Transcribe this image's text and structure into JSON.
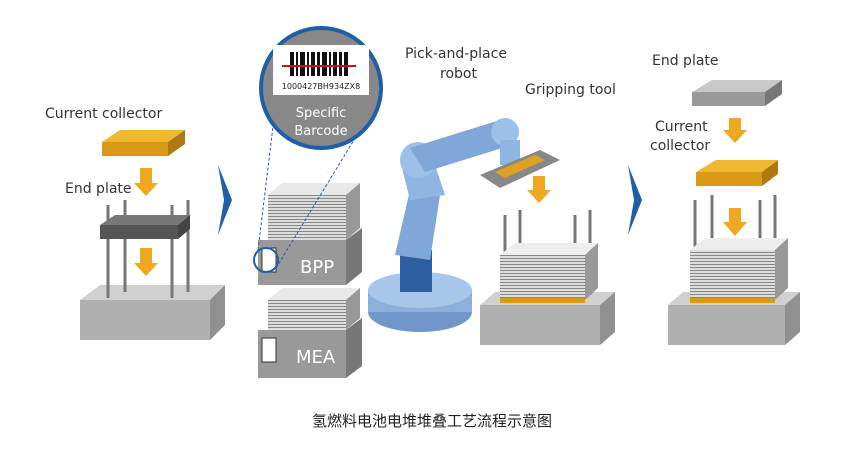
{
  "labels": {
    "current_collector_1": "Current collector",
    "end_plate_1": "End plate",
    "barcode_number": "1000427BH934ZX8",
    "specific": "Specific",
    "barcode": "Barcode",
    "bpp": "BPP",
    "mea": "MEA",
    "robot_line1": "Pick-and-place",
    "robot_line2": "robot",
    "gripping_tool": "Gripping tool",
    "end_plate_2": "End plate",
    "current_collector_2a": "Current",
    "current_collector_2b": "collector"
  },
  "caption": "氢燃料电池电堆堆叠工艺流程示意图",
  "colors": {
    "orange": "#e0a020",
    "blue_arrow": "#1f5fa8",
    "robot": "#7fa8d8",
    "gray": "#b8b8b8"
  }
}
